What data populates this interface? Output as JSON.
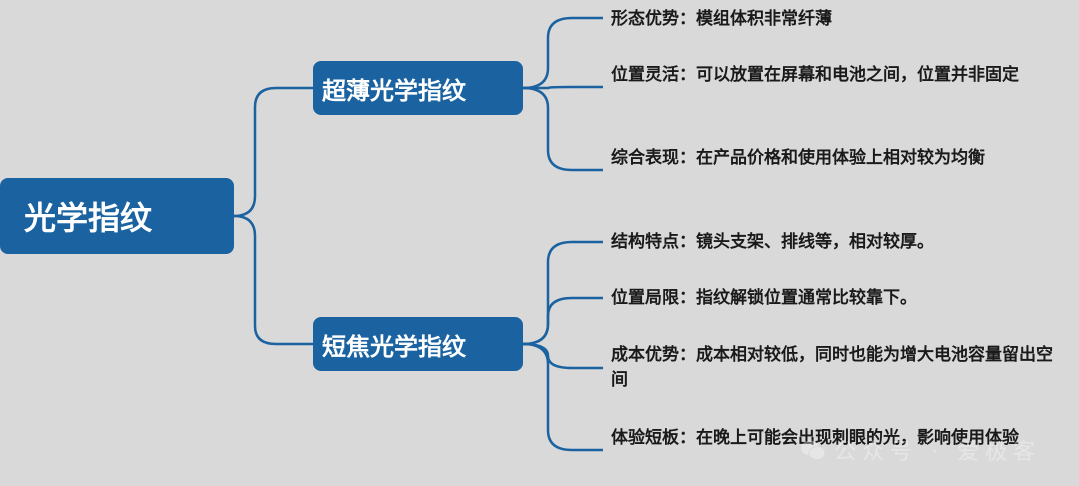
{
  "root": {
    "label": "光学指纹"
  },
  "branches": [
    {
      "label": "超薄光学指纹",
      "leaves": [
        {
          "text": "形态优势：模组体积非常纤薄"
        },
        {
          "text": "位置灵活：可以放置在屏幕和电池之间，位置并非固定"
        },
        {
          "text": "综合表现：在产品价格和使用体验上相对较为均衡"
        }
      ]
    },
    {
      "label": "短焦光学指纹",
      "leaves": [
        {
          "text": "结构特点：镜头支架、排线等，相对较厚。"
        },
        {
          "text": "位置局限：指纹解锁位置通常比较靠下。"
        },
        {
          "text": "成本优势：成本相对较低，同时也能为增大电池容量留出空间"
        },
        {
          "text": "体验短板：在晚上可能会出现刺眼的光，影响使用体验"
        }
      ]
    }
  ],
  "watermark": {
    "text": "公众号 · 爱极客",
    "icon": "wechat-icon"
  },
  "colors": {
    "node_fill": "#1a62a0",
    "connector": "#1a62a0",
    "background": "#d9d9d9",
    "leaf_text": "#1a1a1a"
  }
}
